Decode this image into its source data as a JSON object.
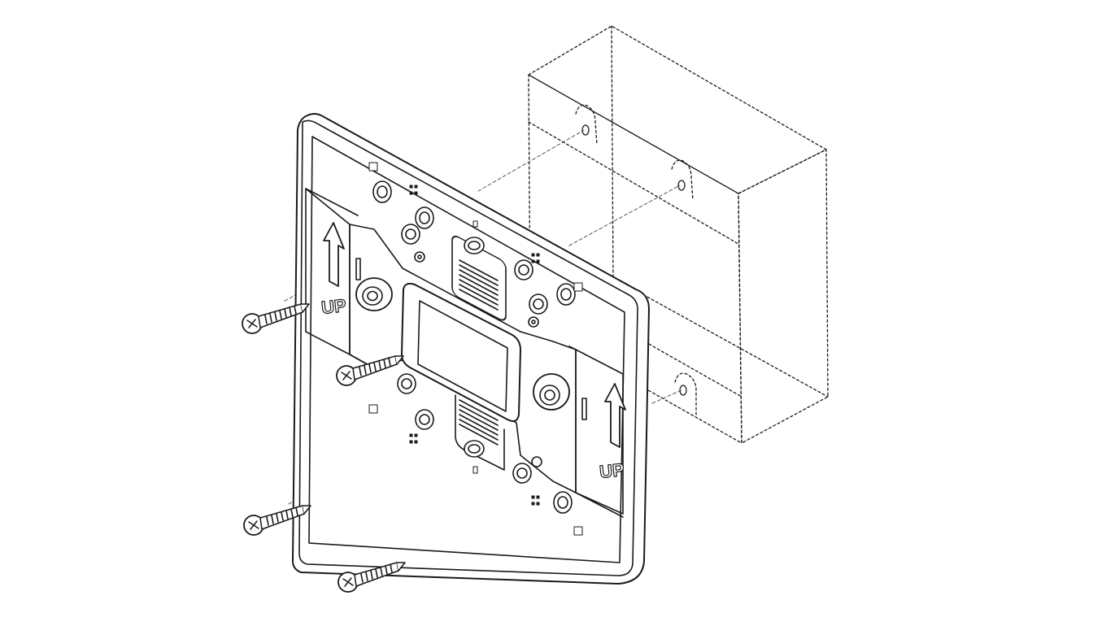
{
  "diagram": {
    "plate_label_left": "UP",
    "plate_label_right": "UP",
    "line_color": "#1a1a1a",
    "fill_color": "#ffffff",
    "screw_count": 4
  }
}
